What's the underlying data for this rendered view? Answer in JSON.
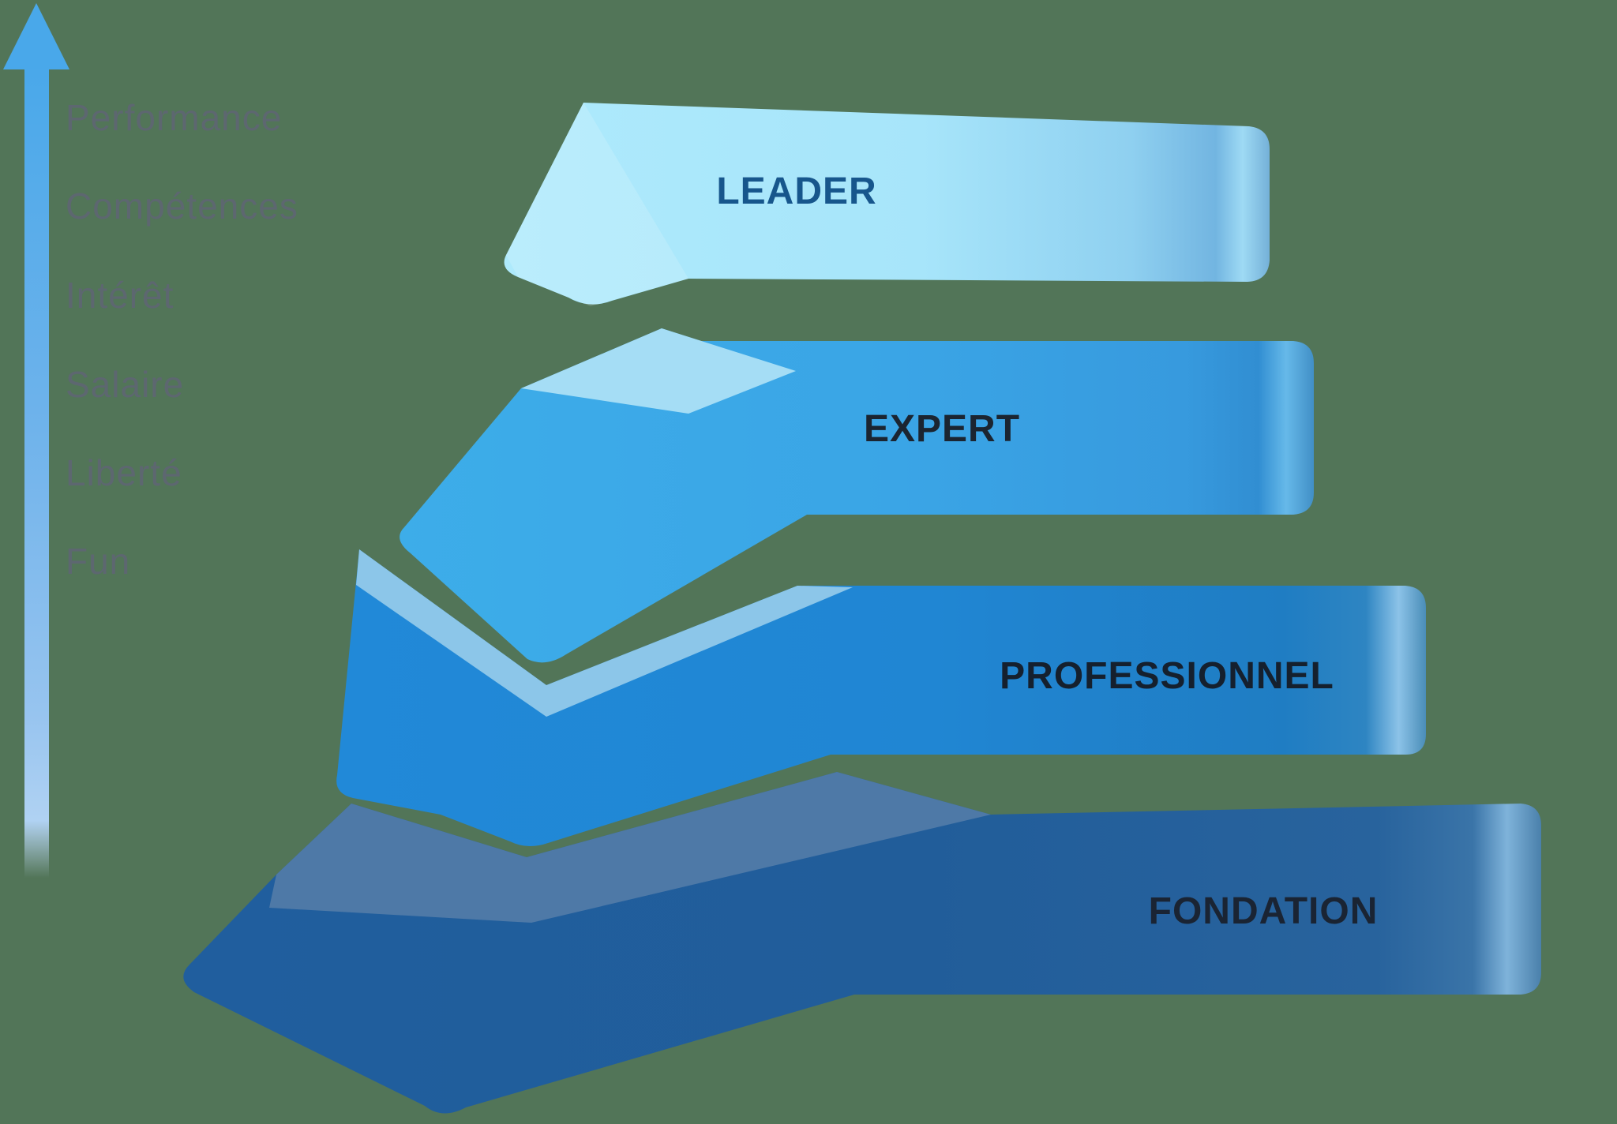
{
  "colors": {
    "background": "#527558",
    "arrow": "#49a8ea",
    "axis_label": "#5d6770",
    "leader_face": "#aeeafc",
    "leader_label": "#17568c",
    "expert_face": "#3dade9",
    "expert_top_face": "#a5ddf5",
    "expert_label": "#1b2531",
    "professionnel_face": "#2189d8",
    "professionnel_top_face": "#8cc6e9",
    "professionnel_label": "#15202e",
    "fondation_face": "#205e9e",
    "fondation_top_face": "#4e79a7",
    "fondation_label": "#1a2433"
  },
  "arrow_axis": {
    "labels": [
      "Performance",
      "Compétences",
      "Intérêt",
      "Salaire",
      "Liberté",
      "Fun"
    ]
  },
  "pyramid": {
    "levels": [
      {
        "label": "LEADER"
      },
      {
        "label": "EXPERT"
      },
      {
        "label": "PROFESSIONNEL"
      },
      {
        "label": "FONDATION"
      }
    ]
  }
}
